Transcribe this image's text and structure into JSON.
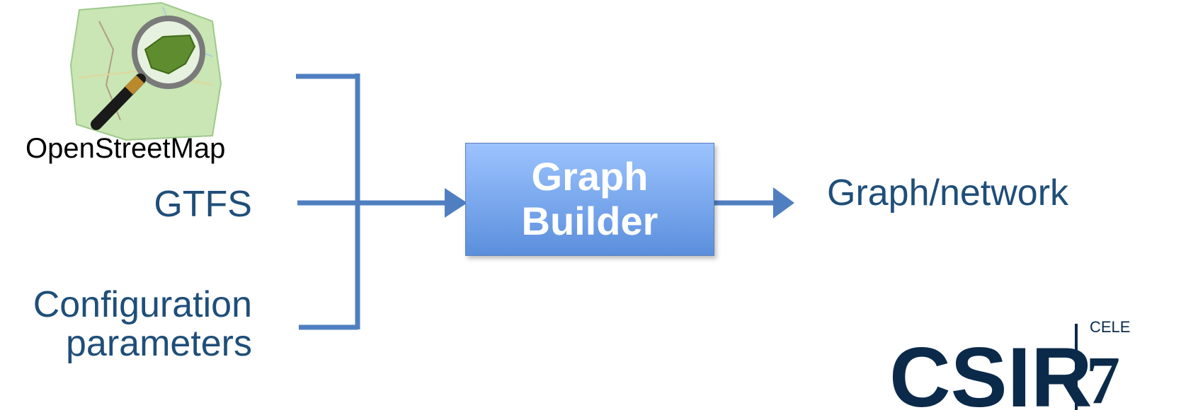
{
  "logo_osm": {
    "label": "OpenStreetMap",
    "icon": "openstreetmap-magnifier-icon"
  },
  "inputs": {
    "gtfs": "GTFS",
    "config_line1": "Configuration",
    "config_line2": "parameters"
  },
  "builder": {
    "line1": "Graph",
    "line2": "Builder"
  },
  "output": "Graph/network",
  "csir_logo": {
    "text": "CSIR",
    "badge": "CELE",
    "badge_number": "7"
  },
  "colors": {
    "connector": "#4f7fc0",
    "label": "#1f4e79",
    "box_top": "#9cc3ff",
    "box_bottom": "#5b8fdc"
  }
}
